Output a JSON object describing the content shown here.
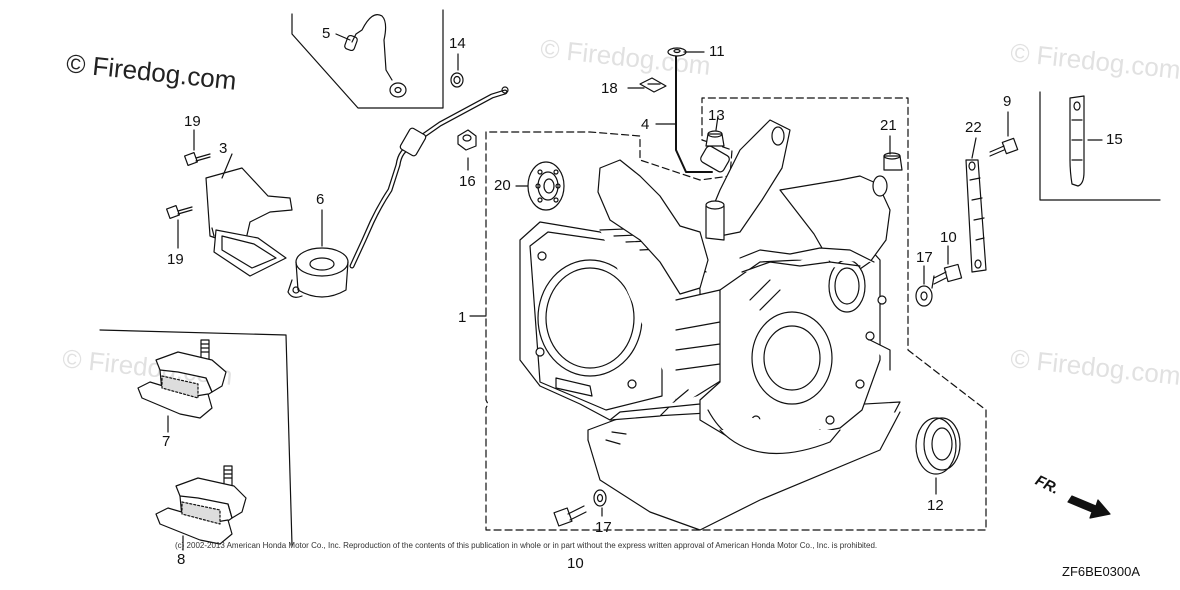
{
  "watermark": {
    "text_main": "© Firedog.com",
    "text_faint": "© Firedog.com"
  },
  "parts": [
    {
      "id": "p1",
      "number": "1"
    },
    {
      "id": "p3",
      "number": "3"
    },
    {
      "id": "p4",
      "number": "4"
    },
    {
      "id": "p5",
      "number": "5"
    },
    {
      "id": "p6",
      "number": "6"
    },
    {
      "id": "p7",
      "number": "7"
    },
    {
      "id": "p8",
      "number": "8"
    },
    {
      "id": "p9",
      "number": "9"
    },
    {
      "id": "p10a",
      "number": "10"
    },
    {
      "id": "p10b",
      "number": "10"
    },
    {
      "id": "p11",
      "number": "11"
    },
    {
      "id": "p12",
      "number": "12"
    },
    {
      "id": "p13",
      "number": "13"
    },
    {
      "id": "p14",
      "number": "14"
    },
    {
      "id": "p15",
      "number": "15"
    },
    {
      "id": "p16",
      "number": "16"
    },
    {
      "id": "p17a",
      "number": "17"
    },
    {
      "id": "p17b",
      "number": "17"
    },
    {
      "id": "p18",
      "number": "18"
    },
    {
      "id": "p19a",
      "number": "19"
    },
    {
      "id": "p19b",
      "number": "19"
    },
    {
      "id": "p20",
      "number": "20"
    },
    {
      "id": "p21",
      "number": "21"
    },
    {
      "id": "p22",
      "number": "22"
    }
  ],
  "copyright": "(c) 2002-2013 American Honda Motor Co., Inc. Reproduction of the contents of this publication in whole or in part without the express written approval of American Honda Motor Co., Inc. is prohibited.",
  "diagram_code": "ZF6BE0300A",
  "front_indicator": "FR."
}
